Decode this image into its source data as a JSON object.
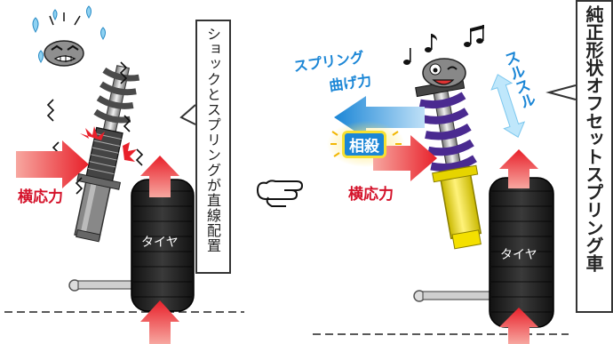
{
  "left_panel": {
    "lateral_force_label": "横応力",
    "tire_label": "タイヤ",
    "callout": "ショックとスプリングが直線配置"
  },
  "right_panel": {
    "spring_bend_label_line1": "スプリング",
    "spring_bend_label_line2": "曲げ力",
    "cancel_label": "相殺",
    "lateral_force_label": "横応力",
    "smooth_label": "スルスル",
    "tire_label": "タイヤ"
  },
  "title": "純正形状オフセットスプリング車",
  "colors": {
    "arrow_red": "#e8202a",
    "arrow_blue": "#1b86d6",
    "spring_purple": "#4a2a90",
    "damper_yellow": "#f4e000",
    "lateral_text": "#d4122a",
    "blue_text": "#1b86d6",
    "cancel_badge": "#f7e030",
    "tire": "#1f1f1f",
    "title_border": "#333333"
  },
  "icons": {
    "pointing_hand": "pointing-hand-icon",
    "music_note": "music-note-icon",
    "sweat_drop": "sweat-drop-icon"
  }
}
